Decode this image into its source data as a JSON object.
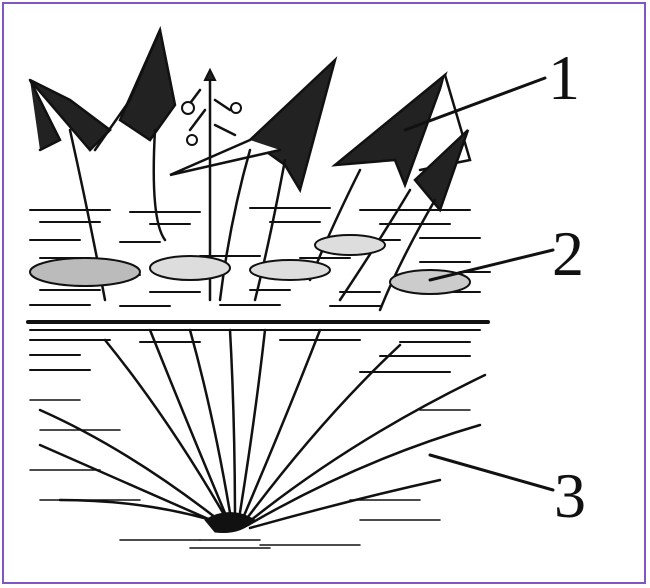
{
  "labels": {
    "one": "1",
    "two": "2",
    "three": "3"
  },
  "colors": {
    "frame_border": "#7e57c2",
    "ink": "#111111"
  }
}
